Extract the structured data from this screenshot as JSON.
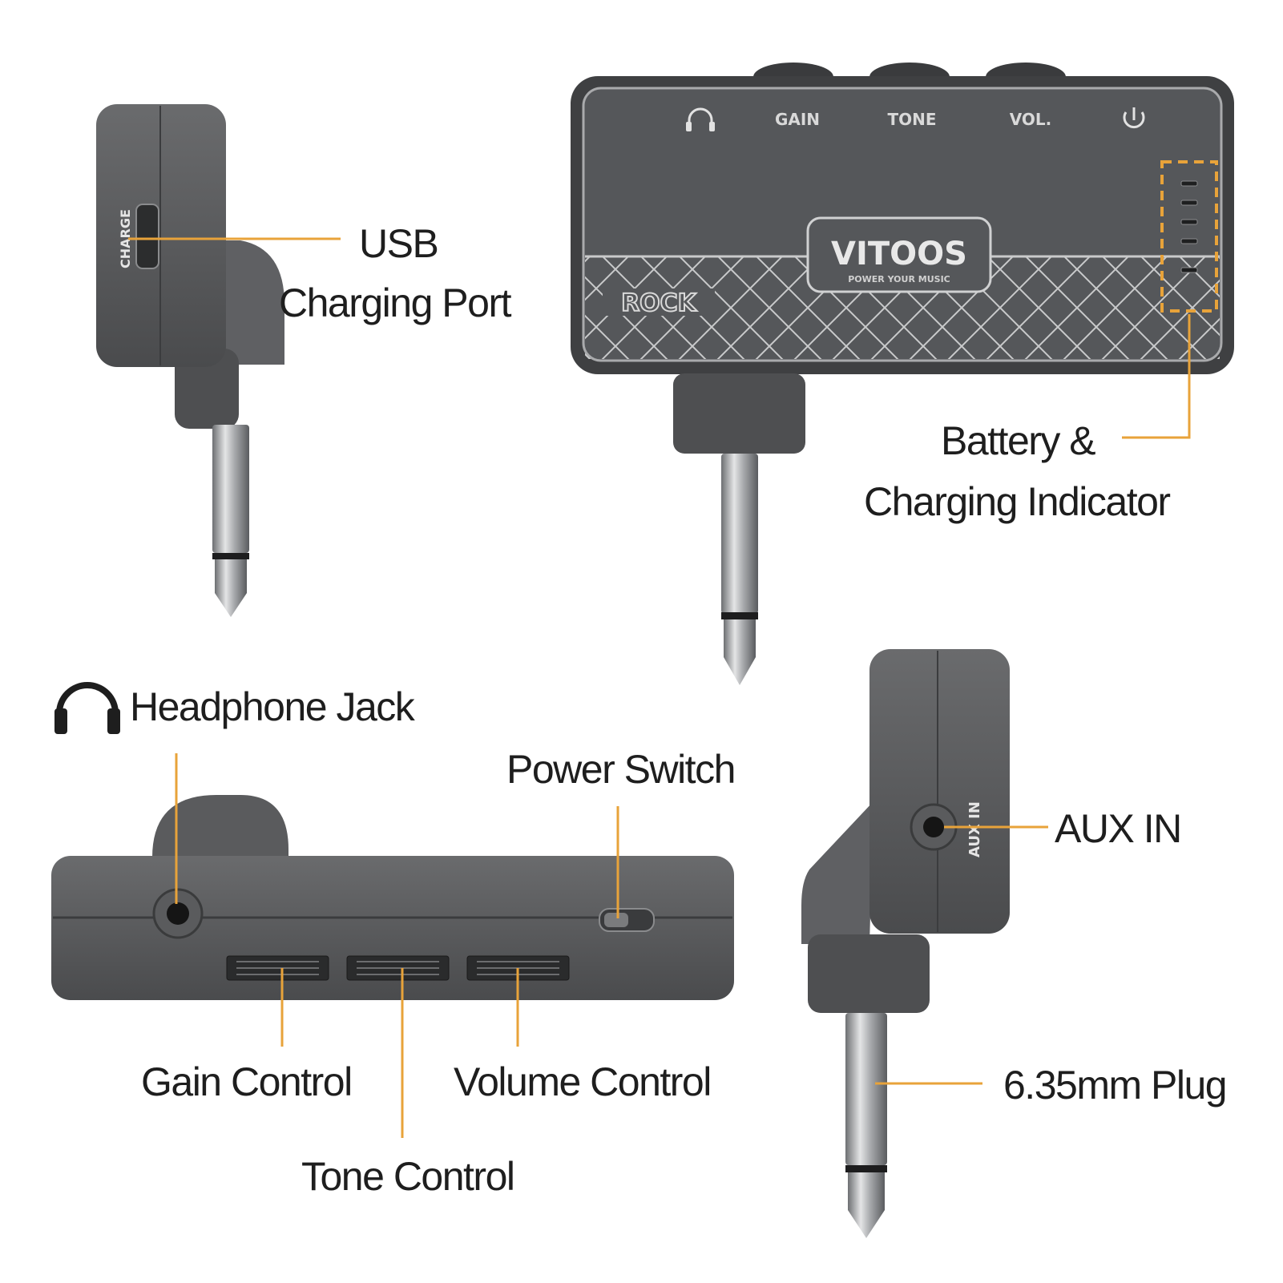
{
  "colors": {
    "leader": "#e8a33a",
    "body": "#5e5f61",
    "body_dark": "#3f4042",
    "panel": "#55575a",
    "panel_text": "#d9d9d9",
    "text": "#1e1e1e",
    "metal": "#b7b9bb"
  },
  "labels": {
    "usb_line1": "USB",
    "usb_line2": "Charging Port",
    "battery_line1": "Battery &",
    "battery_line2": "Charging Indicator",
    "headphone": "Headphone Jack",
    "power": "Power Switch",
    "aux": "AUX IN",
    "gain": "Gain Control",
    "tone": "Tone Control",
    "volume": "Volume Control",
    "plug": "6.35mm Plug"
  },
  "device_markings": {
    "charge": "CHARGE",
    "gain": "GAIN",
    "tone": "TONE",
    "vol": "VOL.",
    "brand": "VITOOS",
    "slogan": "POWER YOUR MUSIC",
    "rock": "ROCK",
    "aux_in": "AUX IN"
  },
  "icons": {
    "headphone": "headphone-icon",
    "power": "power-icon"
  }
}
